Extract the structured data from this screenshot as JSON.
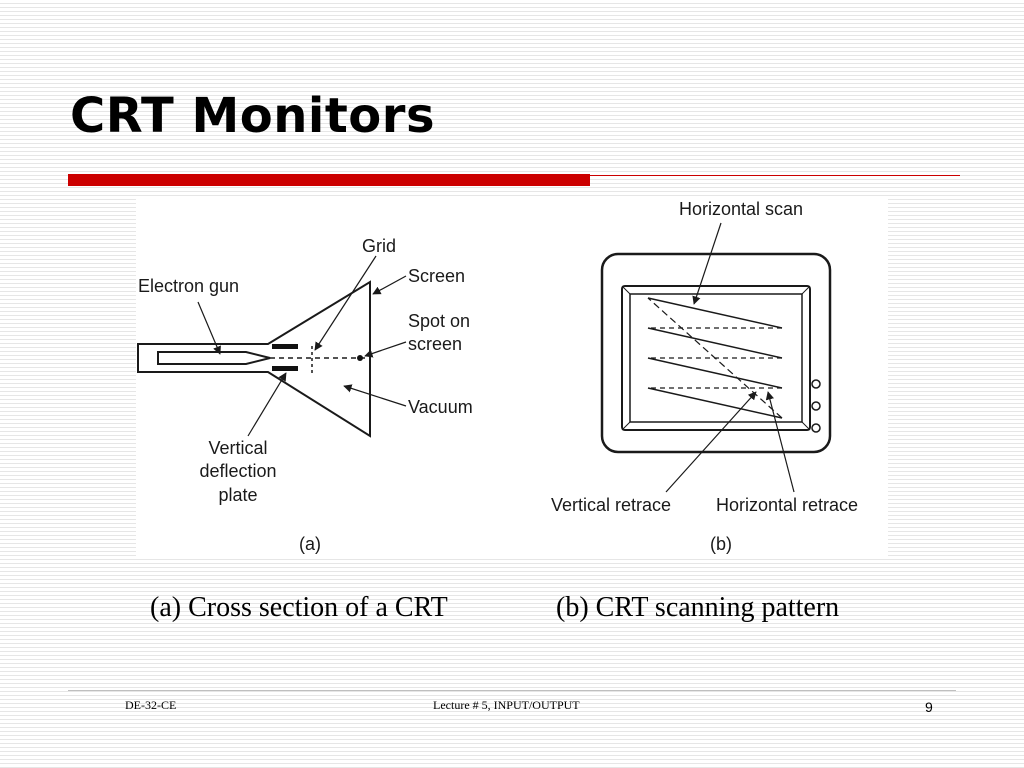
{
  "slide": {
    "title": "CRT Monitors",
    "accent_color": "#cc0000"
  },
  "figure": {
    "part_a": {
      "labels": {
        "grid": "Grid",
        "screen": "Screen",
        "electron_gun": "Electron gun",
        "spot_on_screen_1": "Spot on",
        "spot_on_screen_2": "screen",
        "vacuum": "Vacuum",
        "vertical_1": "Vertical",
        "vertical_2": "deflection",
        "vertical_3": "plate"
      },
      "tag": "(a)"
    },
    "part_b": {
      "labels": {
        "horizontal_scan": "Horizontal scan",
        "vertical_retrace": "Vertical retrace",
        "horizontal_retrace": "Horizontal retrace"
      },
      "tag": "(b)"
    }
  },
  "captions": {
    "a": "(a) Cross section of a CRT",
    "b": "(b) CRT scanning pattern"
  },
  "footer": {
    "left": "DE-32-CE",
    "center": "Lecture # 5, INPUT/OUTPUT",
    "page_number": "9"
  }
}
